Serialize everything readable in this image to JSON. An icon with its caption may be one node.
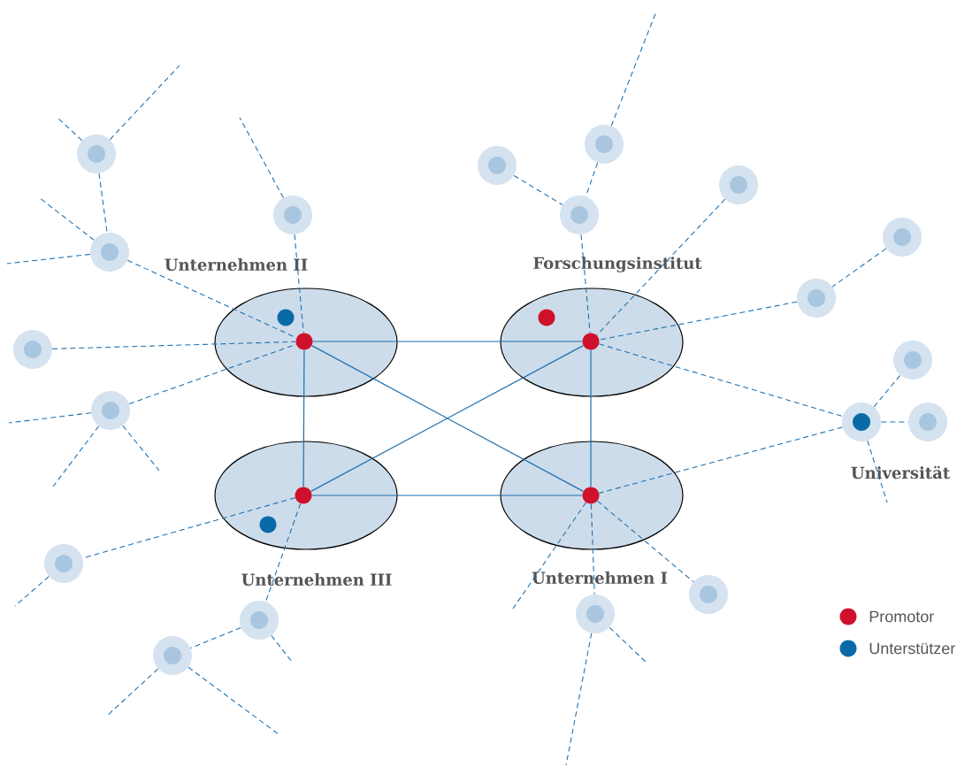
{
  "diagram": {
    "nodes": [
      {
        "text": [],
        "shape": "circle"
      },
      {
        "text": [],
        "shape": "circle"
      },
      {
        "text": [],
        "shape": "circle"
      },
      {
        "text": [],
        "shape": "circle"
      },
      {
        "text": [],
        "shape": "circle"
      },
      {
        "text": [],
        "shape": "circle"
      },
      {
        "text": [],
        "shape": "circle"
      },
      {
        "text": [],
        "shape": "circle"
      },
      {
        "text": [
          "Unternehmen II"
        ]
      },
      {
        "text": [],
        "shape": "circle",
        "in": 8
      },
      {
        "text": [],
        "shape": "circle",
        "in": 8
      },
      {
        "text": [
          "Forschungsinstitut"
        ]
      },
      {
        "text": [],
        "shape": "circle",
        "in": 11
      },
      {
        "text": [],
        "shape": "circle",
        "in": 11
      },
      {
        "text": [],
        "shape": "circle"
      },
      {
        "text": [],
        "shape": "circle"
      },
      {
        "text": [],
        "shape": "circle"
      },
      {
        "text": [],
        "shape": "circle"
      },
      {
        "text": [],
        "shape": "circle",
        "beside": [
          "Universität"
        ]
      },
      {
        "text": [],
        "shape": "circle"
      },
      {
        "text": [
          "Unternehmen III"
        ]
      },
      {
        "text": [],
        "shape": "circle",
        "in": 20
      },
      {
        "text": [],
        "shape": "circle",
        "in": 20
      },
      {
        "text": [
          "Unternehmen I"
        ]
      },
      {
        "text": [],
        "shape": "circle",
        "in": 23
      },
      {
        "text": [],
        "shape": "circle"
      },
      {
        "text": [],
        "shape": "circle"
      },
      {
        "text": [],
        "shape": "circle"
      },
      {
        "text": [],
        "shape": "circle"
      },
      {
        "text": [],
        "shape": "circle"
      }
    ],
    "edges": [
      {
        "from": 10,
        "to": 13,
        "arrow": "none"
      },
      {
        "from": 10,
        "to": 21,
        "arrow": "none"
      },
      {
        "from": 10,
        "to": 24,
        "arrow": "none"
      },
      {
        "from": 13,
        "to": 24,
        "arrow": "none"
      },
      {
        "from": 13,
        "to": 21,
        "arrow": "none"
      },
      {
        "from": 21,
        "to": 24,
        "arrow": "none"
      },
      {
        "from": 0,
        "to": null,
        "arrow": "none",
        "style": "dashed"
      },
      {
        "from": 0,
        "to": null,
        "arrow": "none",
        "style": "dashed"
      },
      {
        "from": 0,
        "to": 7,
        "arrow": "none",
        "style": "dashed"
      },
      {
        "from": 7,
        "to": null,
        "arrow": "none",
        "style": "dashed"
      },
      {
        "from": 7,
        "to": null,
        "arrow": "none",
        "style": "dashed"
      },
      {
        "from": 7,
        "to": 10,
        "arrow": "none",
        "style": "dashed"
      },
      {
        "from": 4,
        "to": null,
        "arrow": "none",
        "style": "dashed"
      },
      {
        "from": 4,
        "to": 10,
        "arrow": "none",
        "style": "dashed"
      },
      {
        "from": 15,
        "to": 10,
        "arrow": "none",
        "style": "dashed"
      },
      {
        "from": 17,
        "to": 10,
        "arrow": "none",
        "style": "dashed"
      },
      {
        "from": 17,
        "to": null,
        "arrow": "none",
        "style": "dashed"
      },
      {
        "from": 17,
        "to": null,
        "arrow": "none",
        "style": "dashed"
      },
      {
        "from": 17,
        "to": null,
        "arrow": "none",
        "style": "dashed"
      },
      {
        "from": 2,
        "to": 5,
        "arrow": "none",
        "style": "dashed"
      },
      {
        "from": 1,
        "to": 5,
        "arrow": "none",
        "style": "dashed"
      },
      {
        "from": 1,
        "to": null,
        "arrow": "none",
        "style": "dashed"
      },
      {
        "from": 5,
        "to": 13,
        "arrow": "none",
        "style": "dashed"
      },
      {
        "from": 3,
        "to": 13,
        "arrow": "none",
        "style": "dashed"
      },
      {
        "from": 6,
        "to": 14,
        "arrow": "none",
        "style": "dashed"
      },
      {
        "from": 14,
        "to": 13,
        "arrow": "none",
        "style": "dashed"
      },
      {
        "from": 13,
        "to": 18,
        "arrow": "none",
        "style": "dashed"
      },
      {
        "from": 18,
        "to": 16,
        "arrow": "none",
        "style": "dashed"
      },
      {
        "from": 18,
        "to": 19,
        "arrow": "none",
        "style": "dashed"
      },
      {
        "from": 18,
        "to": null,
        "arrow": "none",
        "style": "dashed"
      },
      {
        "from": 18,
        "to": 24,
        "arrow": "none",
        "style": "dashed"
      },
      {
        "from": 24,
        "to": 26,
        "arrow": "none",
        "style": "dashed"
      },
      {
        "from": 24,
        "to": 27,
        "arrow": "none",
        "style": "dashed"
      },
      {
        "from": 24,
        "to": null,
        "arrow": "none",
        "style": "dashed"
      },
      {
        "from": 27,
        "to": null,
        "arrow": "none",
        "style": "dashed"
      },
      {
        "from": 27,
        "to": null,
        "arrow": "none",
        "style": "dashed"
      },
      {
        "from": 21,
        "to": 25,
        "arrow": "none",
        "style": "dashed"
      },
      {
        "from": 25,
        "to": null,
        "arrow": "none",
        "style": "dashed"
      },
      {
        "from": 21,
        "to": 28,
        "arrow": "none",
        "style": "dashed"
      },
      {
        "from": 28,
        "to": null,
        "arrow": "none",
        "style": "dashed"
      },
      {
        "from": 28,
        "to": 29,
        "arrow": "none",
        "style": "dashed"
      },
      {
        "from": 29,
        "to": null,
        "arrow": "none",
        "style": "dashed"
      },
      {
        "from": 29,
        "to": null,
        "arrow": "none",
        "style": "dashed"
      }
    ],
    "legend": [
      {
        "text": "Promotor",
        "color": "#d0112b"
      },
      {
        "text": "Unterstützer",
        "color": "#0a6aa8"
      }
    ]
  }
}
